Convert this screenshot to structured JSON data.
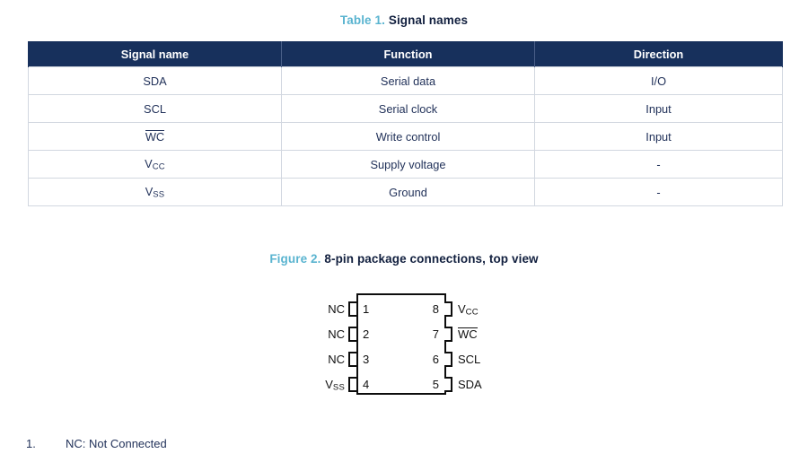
{
  "table_caption": {
    "label": "Table 1.",
    "title": "Signal names",
    "label_color": "#5ab4d0",
    "title_color": "#12203f"
  },
  "figure_caption": {
    "label": "Figure 2.",
    "title": "8-pin package connections, top view"
  },
  "signal_table": {
    "header_bg": "#17305c",
    "border_color": "#d2d7e0",
    "columns": [
      "Signal name",
      "Function",
      "Direction"
    ],
    "rows": [
      {
        "signal": "SDA",
        "signal_overline": false,
        "signal_sub": "",
        "function": "Serial data",
        "direction": "I/O"
      },
      {
        "signal": "SCL",
        "signal_overline": false,
        "signal_sub": "",
        "function": "Serial clock",
        "direction": "Input"
      },
      {
        "signal": "WC",
        "signal_overline": true,
        "signal_sub": "",
        "function": "Write control",
        "direction": "Input"
      },
      {
        "signal": "V",
        "signal_overline": false,
        "signal_sub": "CC",
        "function": "Supply voltage",
        "direction": "-"
      },
      {
        "signal": "V",
        "signal_overline": false,
        "signal_sub": "SS",
        "function": "Ground",
        "direction": "-"
      }
    ]
  },
  "package_diagram": {
    "left_pins": [
      {
        "number": "1",
        "label": "NC",
        "sub": "",
        "overline": false
      },
      {
        "number": "2",
        "label": "NC",
        "sub": "",
        "overline": false
      },
      {
        "number": "3",
        "label": "NC",
        "sub": "",
        "overline": false
      },
      {
        "number": "4",
        "label": "V",
        "sub": "SS",
        "overline": false
      }
    ],
    "right_pins": [
      {
        "number": "8",
        "label": "V",
        "sub": "CC",
        "overline": false
      },
      {
        "number": "7",
        "label": "WC",
        "sub": "",
        "overline": true
      },
      {
        "number": "6",
        "label": "SCL",
        "sub": "",
        "overline": false
      },
      {
        "number": "5",
        "label": "SDA",
        "sub": "",
        "overline": false
      }
    ]
  },
  "footnote": {
    "number": "1.",
    "text": "NC: Not Connected"
  }
}
